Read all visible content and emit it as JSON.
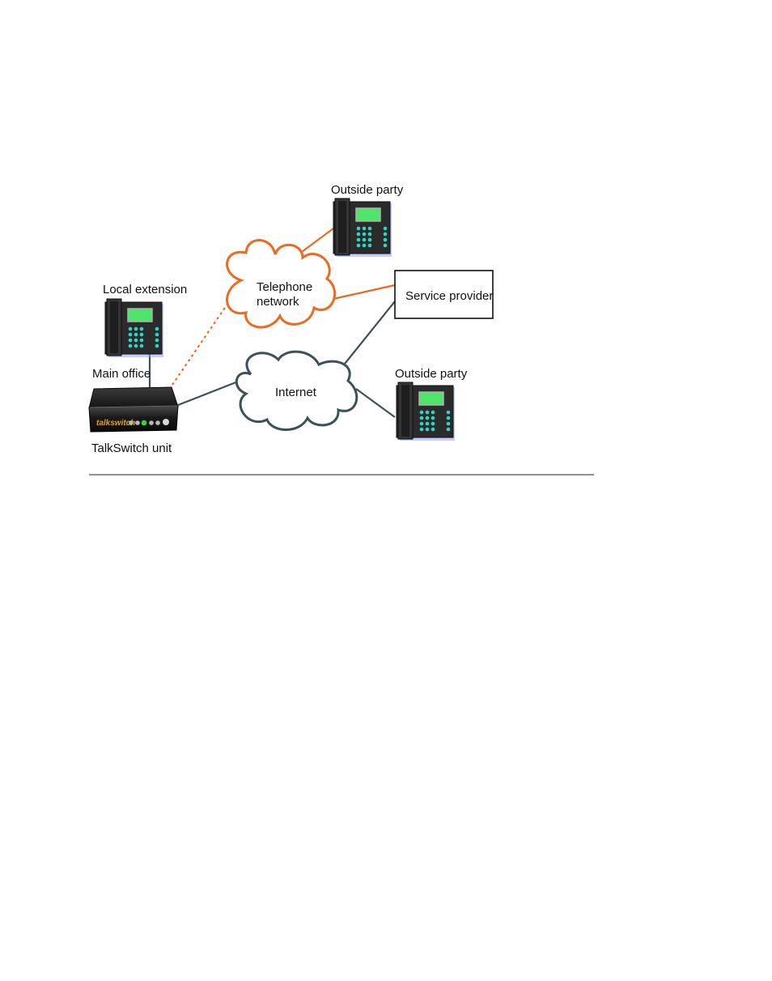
{
  "labels": {
    "outside_party_top": "Outside party",
    "telephone_network_line1": "Telephone",
    "telephone_network_line2": "network",
    "service_provider": "Service provider",
    "local_extension": "Local extension",
    "main_office": "Main office",
    "internet": "Internet",
    "outside_party_right": "Outside party",
    "talkswitch_unit": "TalkSwitch unit",
    "device_brand": "talkswitch"
  },
  "colors": {
    "telephone_link": "#ee6a1f",
    "internet_link": "#3d5256",
    "phone_body": "#2a2a2a",
    "phone_screen": "#4ee56a",
    "phone_keys": "#2fd6c4",
    "device_brand_text": "#e2a21a"
  },
  "links": [
    {
      "from": "talkswitch-unit",
      "to": "telephone-network",
      "style": "dashed",
      "color": "orange"
    },
    {
      "from": "telephone-network",
      "to": "outside-party-top",
      "style": "solid",
      "color": "orange"
    },
    {
      "from": "telephone-network",
      "to": "service-provider",
      "style": "solid",
      "color": "orange"
    },
    {
      "from": "talkswitch-unit",
      "to": "internet",
      "style": "solid",
      "color": "slate"
    },
    {
      "from": "internet",
      "to": "service-provider",
      "style": "solid",
      "color": "slate"
    },
    {
      "from": "internet",
      "to": "outside-party-right",
      "style": "solid",
      "color": "slate"
    },
    {
      "from": "local-extension",
      "to": "talkswitch-unit",
      "style": "solid",
      "color": "slate"
    }
  ]
}
